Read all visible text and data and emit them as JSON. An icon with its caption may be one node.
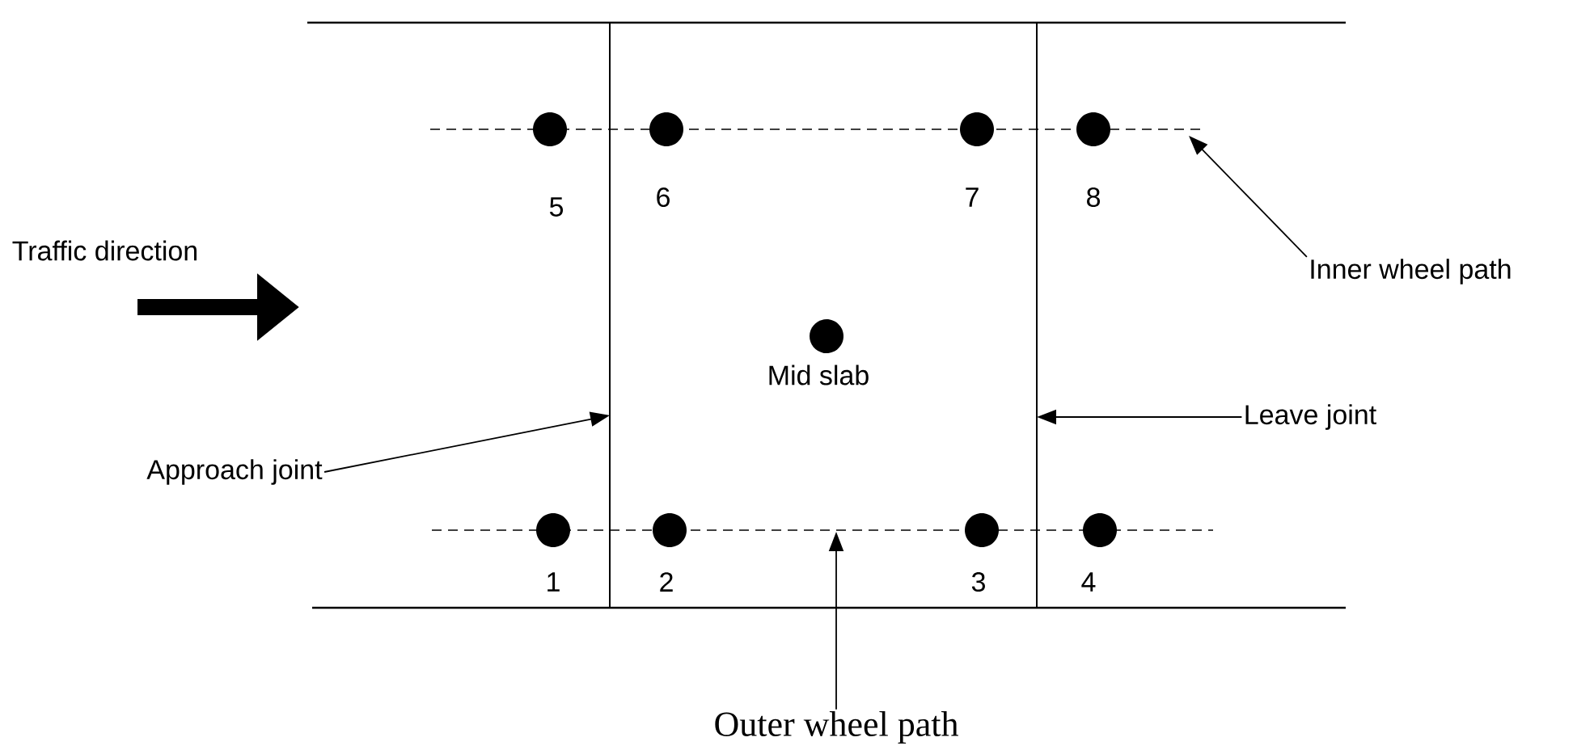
{
  "diagram": {
    "nodes": [
      {
        "text": [],
        "shape": "circle",
        "beside": [
          "5"
        ]
      },
      {
        "text": [],
        "shape": "circle",
        "beside": [
          "6"
        ]
      },
      {
        "text": [],
        "shape": "circle",
        "beside": [
          "7"
        ]
      },
      {
        "text": [],
        "shape": "circle",
        "beside": [
          "8"
        ]
      },
      {
        "text": [
          "Inner wheel path"
        ]
      },
      {
        "text": [],
        "shape": "circle",
        "beside": [
          "Mid slab"
        ]
      },
      {
        "text": [
          "Leave joint"
        ]
      },
      {
        "text": [
          "Approach joint"
        ]
      },
      {
        "text": [],
        "shape": "circle",
        "beside": [
          "1"
        ]
      },
      {
        "text": [],
        "shape": "circle",
        "beside": [
          "2"
        ]
      },
      {
        "text": [],
        "shape": "circle",
        "beside": [
          "3"
        ]
      },
      {
        "text": [],
        "shape": "circle",
        "beside": [
          "4"
        ]
      },
      {
        "text": [
          "Outer wheel path"
        ]
      }
    ],
    "edges": [
      {
        "from": 4,
        "to": null,
        "arrow": "to"
      },
      {
        "from": 6,
        "to": null,
        "arrow": "to"
      },
      {
        "from": 7,
        "to": null,
        "arrow": "to"
      },
      {
        "from": 12,
        "to": null,
        "arrow": "to"
      }
    ],
    "labels": [
      "Traffic direction"
    ]
  }
}
